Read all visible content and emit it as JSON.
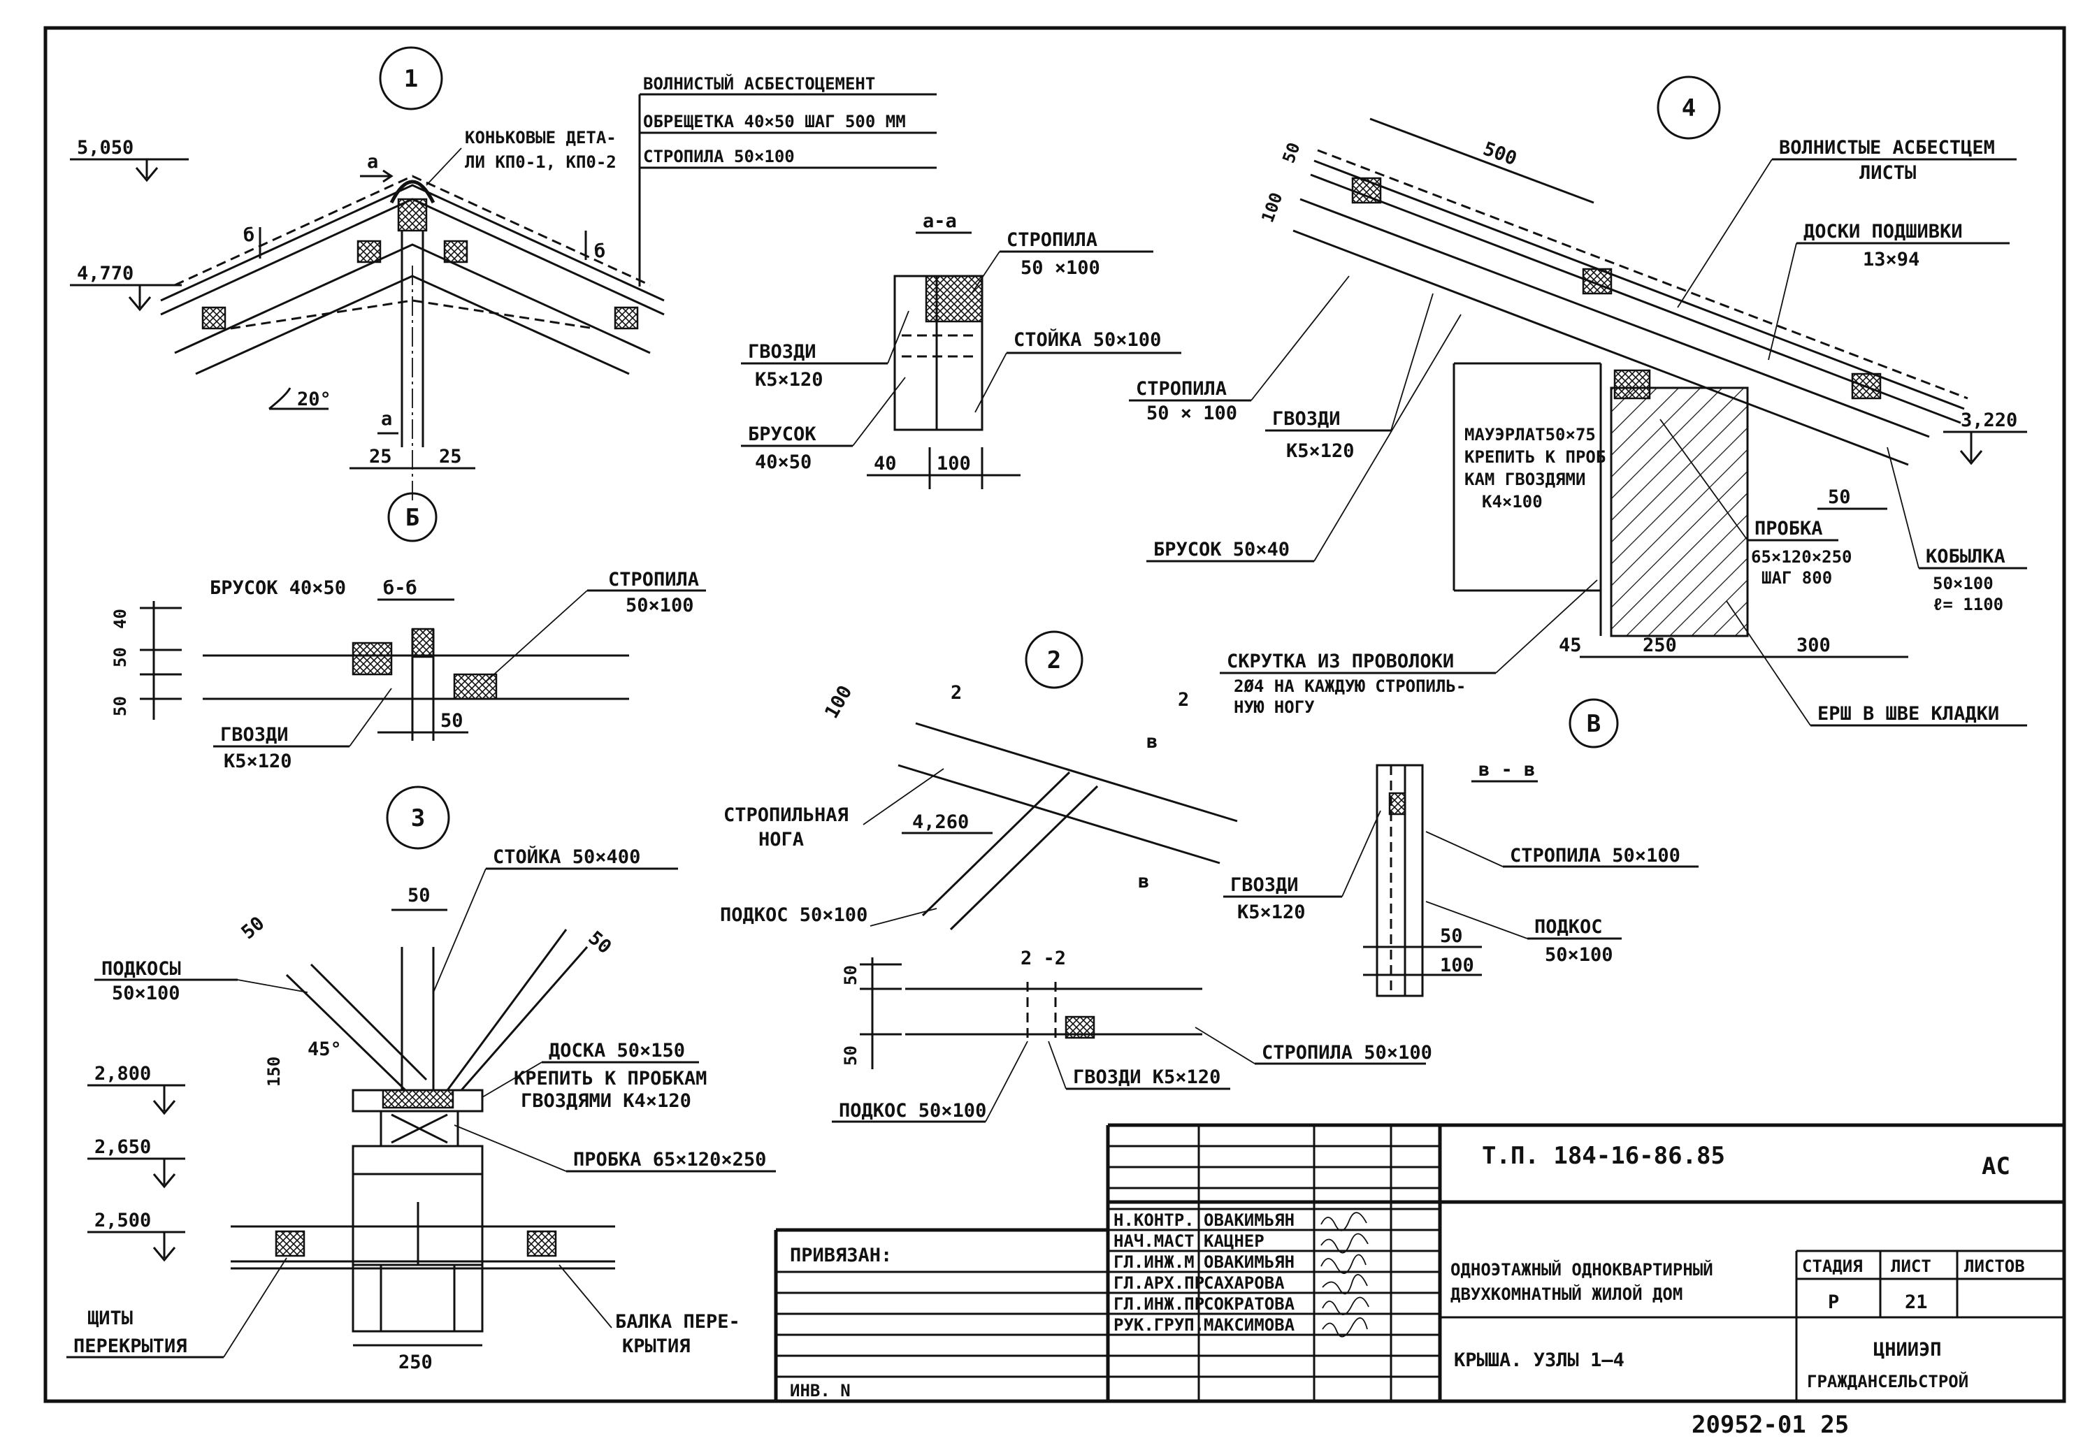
{
  "node1": {
    "marker": "1",
    "ridge_label_1": "КОНЬКОВЫЕ ДЕТА-",
    "ridge_label_2": "ЛИ КП0-1, КП0-2",
    "roof_1": "ВОЛНИСТЫЙ АСБЕСТОЦЕМЕНТ",
    "roof_2": "ОБРЕЩЕТКА 40×50 ШАГ 500 ММ",
    "roof_3": "СТРОПИЛА 50×100",
    "level_top": "5,050",
    "level_mid": "4,770",
    "angle": "20°",
    "cut_a": "а",
    "cut_b": "б",
    "dim_left": "25",
    "dim_right": "25",
    "axis": "Б"
  },
  "section_aa": {
    "title": "а-а",
    "rafters_1": "СТРОПИЛА",
    "rafters_2": "50 ×100",
    "post": "СТОЙКА 50×100",
    "nails_1": "ГВОЗДИ",
    "nails_2": "К5×120",
    "bar_1": "БРУСОК",
    "bar_2": "40×50",
    "dim_40": "40",
    "dim_100": "100"
  },
  "section_bb": {
    "bar": "БРУСОК 40×50",
    "title": "б-б",
    "rafters_1": "СТРОПИЛА",
    "rafters_2": "50×100",
    "nails_1": "ГВОЗДИ",
    "nails_2": "К5×120",
    "dim_40": "40",
    "dim_50a": "50",
    "dim_50b": "50",
    "dim_50c": "50"
  },
  "node2": {
    "marker": "2",
    "cut": "2",
    "cut_v": "в",
    "dim_100": "100",
    "level": "4,260",
    "rafter_1": "СТРОПИЛЬНАЯ",
    "rafter_2": "НОГА",
    "brace": "ПОДКОС 50×100"
  },
  "section_22": {
    "title": "2 -2",
    "rafters": "СТРОПИЛА 50×100",
    "brace": "ПОДКОС 50×100",
    "nails": "ГВОЗДИ К5×120",
    "dim_50a": "50",
    "dim_50b": "50"
  },
  "section_vv": {
    "title": "в - в",
    "nails_1": "ГВОЗДИ",
    "nails_2": "К5×120",
    "rafters": "СТРОПИЛА 50×100",
    "brace_1": "ПОДКОС",
    "brace_2": "50×100",
    "dim_50": "50",
    "dim_100": "100"
  },
  "node3": {
    "marker": "3",
    "post": "СТОЙКА 50×400",
    "dim_50a": "50",
    "dim_50b": "50",
    "dim_50c": "50",
    "braces_1": "ПОДКОСЫ",
    "braces_2": "50×100",
    "angle": "45°",
    "board": "ДОСКА  50×150",
    "fix_1": "КРЕПИТЬ К ПРОБКАМ",
    "fix_2": "ГВОЗДЯМИ  К4×120",
    "plug": "ПРОБКА 65×120×250",
    "level_1": "2,800",
    "level_2": "2,650",
    "level_3": "2,500",
    "dim_150": "150",
    "panels_1": "ЩИТЫ",
    "panels_2": "ПЕРЕКРЫТИЯ",
    "beam_1": "БАЛКА ПЕРЕ-",
    "beam_2": "КРЫТИЯ",
    "dim_250": "250"
  },
  "node4": {
    "marker": "4",
    "dim_500": "500",
    "dim_50": "50",
    "dim_100": "100",
    "sheets_1": "ВОЛНИСТЫЕ АСБЕСТЦЕМ",
    "sheets_2": "ЛИСТЫ",
    "boards_1": "ДОСКИ ПОДШИВКИ",
    "boards_2": "13×94",
    "rafters_1": "СТРОПИЛА",
    "rafters_2": "50 × 100",
    "nails_1": "ГВОЗДИ",
    "nails_2": "К5×120",
    "mauer_1": "МАУЭРЛАТ50×75",
    "mauer_2": "КРЕПИТЬ К ПРОБ",
    "mauer_3": "КАМ ГВОЗДЯМИ",
    "mauer_4": "К4×100",
    "level": "3,220",
    "dim_50b": "50",
    "plug_1": "ПРОБКА",
    "plug_2": "65×120×250",
    "plug_3": "ШАГ 800",
    "bracket_1": "КОБЫЛКА",
    "bracket_2": "50×100",
    "bracket_3": "ℓ= 1100",
    "bar": "БРУСОК 50×40",
    "twist_1": "СКРУТКА ИЗ ПРОВОЛОКИ",
    "twist_2": "2Ø4 НА КАЖДУЮ СТРОПИЛЬ-",
    "twist_3": "НУЮ НОГУ",
    "dim_45": "45",
    "dim_250": "250",
    "dim_300": "300",
    "ruff": "ЕРШ В ШВЕ КЛАДКИ",
    "axis": "В"
  },
  "title_block": {
    "code": "Т.П. 184-16-86.85",
    "mark": "АС",
    "linked": "ПРИВЯЗАН:",
    "inv": "ИНВ. N",
    "roles": [
      "Н.КОНТР.",
      "НАЧ.МАСТ",
      "ГЛ.ИНЖ.М",
      "ГЛ.АРХ.ПР",
      "ГЛ.ИНЖ.ПР",
      "РУК.ГРУП."
    ],
    "names": [
      "ОВАКИМЬЯН",
      "КАЦНЕР",
      "ОВАКИМЬЯН",
      "САХАРОВА",
      "СОКРАТОВА",
      "МАКСИМОВА"
    ],
    "project_1": "ОДНОЭТАЖНЫЙ ОДНОКВАРТИРНЫЙ",
    "project_2": "ДВУХКОМНАТНЫЙ ЖИЛОЙ ДОМ",
    "sheet_title": "КРЫША. УЗЛЫ 1—4",
    "stage_h": "СТАДИЯ",
    "sheet_h": "ЛИСТ",
    "sheets_h": "ЛИСТОВ",
    "stage": "Р",
    "sheet": "21",
    "org_1": "ЦНИИЭП",
    "org_2": "ГРАЖДАНСЕЛЬСТРОЙ"
  },
  "archive_no": "20952-01   25"
}
